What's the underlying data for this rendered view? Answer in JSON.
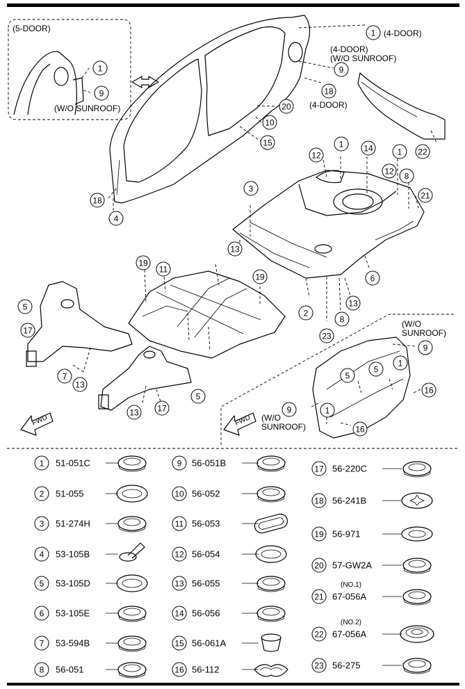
{
  "diagram": {
    "callout_labels": {
      "five_door": "(5-DOOR)",
      "wo_sunroof_left": "(W/O SUNROOF)",
      "four_door_1": "(4-DOOR)",
      "four_door_2": "(4-DOOR)",
      "wo_sunroof_top": "(W/O SUNROOF)",
      "four_door_18": "(4-DOOR)",
      "wo_right_a": "(W/O",
      "wo_right_b": "SUNROOF)",
      "wo_bottom_a": "(W/O",
      "wo_bottom_b": "SUNROOF)",
      "fwd_left": "FWD",
      "fwd_right": "FWD"
    },
    "callouts": [
      "1",
      "9",
      "1",
      "9",
      "18",
      "20",
      "10",
      "15",
      "22",
      "18",
      "4",
      "12",
      "1",
      "14",
      "1",
      "12",
      "8",
      "21",
      "3",
      "13",
      "6",
      "19",
      "11",
      "19",
      "13",
      "2",
      "8",
      "23",
      "5",
      "17",
      "7",
      "13",
      "5",
      "17",
      "13",
      "9",
      "5",
      "5",
      "1",
      "16",
      "9",
      "1",
      "16"
    ]
  },
  "parts_table": {
    "col1": [
      {
        "ref": "1",
        "part": "51-051C"
      },
      {
        "ref": "2",
        "part": "51-055"
      },
      {
        "ref": "3",
        "part": "51-274H"
      },
      {
        "ref": "4",
        "part": "53-105B"
      },
      {
        "ref": "5",
        "part": "53-105D"
      },
      {
        "ref": "6",
        "part": "53-105E"
      },
      {
        "ref": "7",
        "part": "53-594B"
      },
      {
        "ref": "8",
        "part": "56-051"
      }
    ],
    "col2": [
      {
        "ref": "9",
        "part": "56-051B"
      },
      {
        "ref": "10",
        "part": "56-052"
      },
      {
        "ref": "11",
        "part": "56-053"
      },
      {
        "ref": "12",
        "part": "56-054"
      },
      {
        "ref": "13",
        "part": "56-055"
      },
      {
        "ref": "14",
        "part": "56-056"
      },
      {
        "ref": "15",
        "part": "56-061A"
      },
      {
        "ref": "16",
        "part": "56-112"
      }
    ],
    "col3": [
      {
        "ref": "17",
        "part": "56-220C",
        "note": ""
      },
      {
        "ref": "18",
        "part": "56-241B",
        "note": ""
      },
      {
        "ref": "19",
        "part": "56-971",
        "note": ""
      },
      {
        "ref": "20",
        "part": "57-GW2A",
        "note": ""
      },
      {
        "ref": "21",
        "part": "67-056A",
        "note": "(NO.1)"
      },
      {
        "ref": "22",
        "part": "67-056A",
        "note": "(NO.2)"
      },
      {
        "ref": "23",
        "part": "56-275",
        "note": ""
      }
    ]
  }
}
